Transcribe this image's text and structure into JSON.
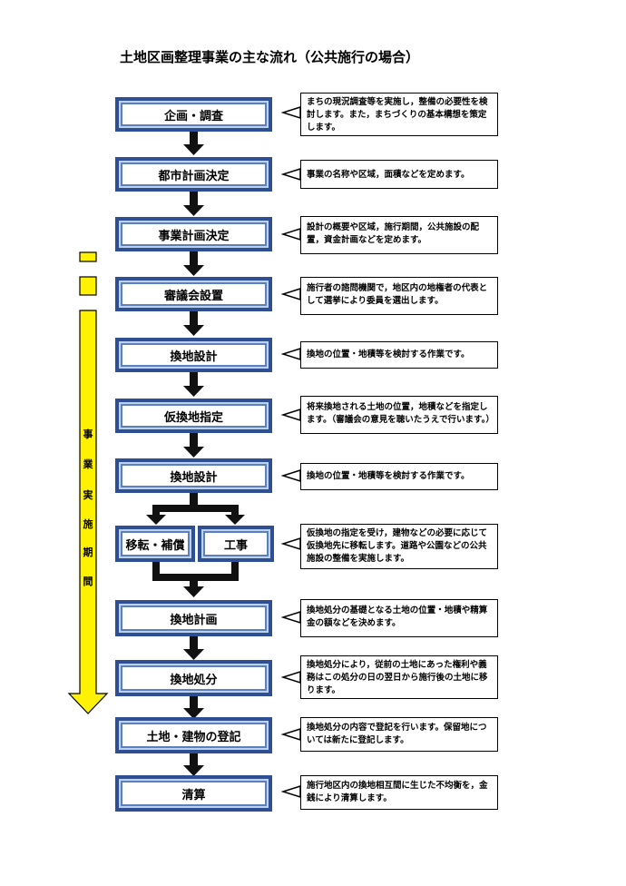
{
  "title": "土地区画整理事業の主な流れ（公共施行の場合）",
  "period_label": [
    "事",
    "業",
    "実",
    "施",
    "期",
    "間"
  ],
  "steps": [
    {
      "label": "企画・調査",
      "desc": "まちの現況調査等を実施し，整備の必要性を検討します。また，まちづくりの基本構想を策定します。"
    },
    {
      "label": "都市計画決定",
      "desc": "事業の名称や区域，面積などを定めます。"
    },
    {
      "label": "事業計画決定",
      "desc": "設計の概要や区域，施行期間，公共施設の配置，資金計画などを定めます。"
    },
    {
      "label": "審議会設置",
      "desc": "施行者の諮問機関で，地区内の地権者の代表として選挙により委員を選出します。"
    },
    {
      "label": "換地設計",
      "desc": "換地の位置・地積等を検討する作業です。"
    },
    {
      "label": "仮換地指定",
      "desc": "将来換地される土地の位置，地積などを指定します。（審議会の意見を聴いたうえで行います。）"
    },
    {
      "label": "換地設計",
      "desc": "換地の位置・地積等を検討する作業です。"
    },
    {
      "label": "移転・補償",
      "label2": "工事",
      "desc": "仮換地の指定を受け，建物などの必要に応じて仮換地先に移転します。道路や公園などの公共施設の整備を実施します。"
    },
    {
      "label": "換地計画",
      "desc": "換地処分の基礎となる土地の位置・地積や精算金の額などを決めます。"
    },
    {
      "label": "換地処分",
      "desc": "換地処分により，従前の土地にあった権利や義務はこの処分の日の翌日から施行後の土地に移ります。"
    },
    {
      "label": "土地・建物の登記",
      "desc": "換地処分の内容で登記を行います。保留地については新たに登記します。"
    },
    {
      "label": "清算",
      "desc": "施行地区内の換地相互間に生じた不均衡を，金銭により清算します。"
    }
  ]
}
